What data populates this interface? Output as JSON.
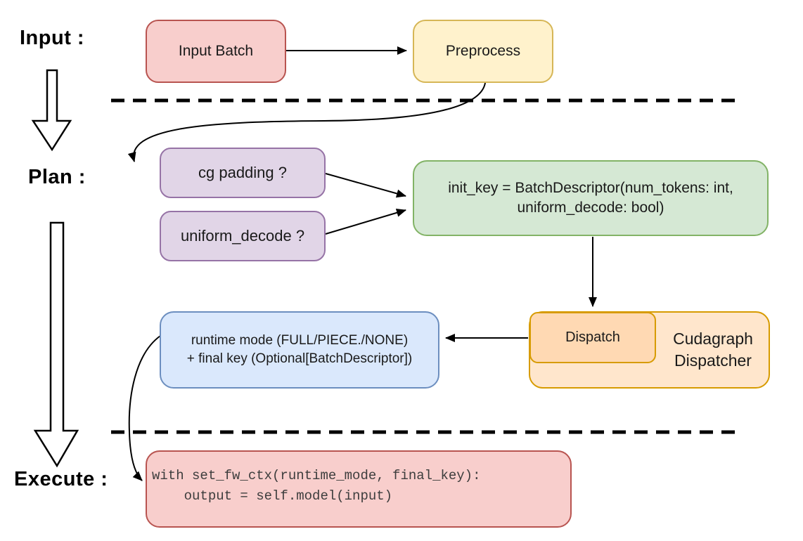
{
  "diagram": {
    "type": "flowchart",
    "phases": {
      "input_label": "Input :",
      "plan_label": "Plan :",
      "execute_label": "Execute :"
    },
    "nodes": {
      "input_batch": {
        "label": "Input Batch",
        "fill": "#f8cecc",
        "stroke": "#b85450"
      },
      "preprocess": {
        "label": "Preprocess",
        "fill": "#fff2cc",
        "stroke": "#d6b656"
      },
      "cg_padding": {
        "label": "cg padding ?",
        "fill": "#e1d5e7",
        "stroke": "#9673a6"
      },
      "uniform_decode": {
        "label": "uniform_decode ?",
        "fill": "#e1d5e7",
        "stroke": "#9673a6"
      },
      "init_key": {
        "label": "init_key = BatchDescriptor(num_tokens: int,\nuniform_decode: bool)",
        "fill": "#d5e8d4",
        "stroke": "#82b366"
      },
      "dispatch": {
        "label": "Dispatch",
        "fill": "#ffd9b3",
        "stroke": "#d79b00"
      },
      "cudagraph_dispatcher": {
        "label": "Cudagraph\nDispatcher",
        "fill": "#ffe6cc",
        "stroke": "#d79b00"
      },
      "runtime_mode": {
        "label": "runtime mode (FULL/PIECE./NONE)\n+ final key (Optional[BatchDescriptor])",
        "fill": "#dae8fc",
        "stroke": "#6c8ebf"
      },
      "execute_code": {
        "code": "with set_fw_ctx(runtime_mode, final_key):\n    output = self.model(input)",
        "fill": "#f8cecc",
        "stroke": "#b85450"
      }
    },
    "edges": [
      {
        "from": "input_batch",
        "to": "preprocess",
        "style": "straight-arrow"
      },
      {
        "from": "preprocess",
        "to": "cg_padding",
        "style": "curved-arrow"
      },
      {
        "from": "cg_padding",
        "to": "init_key",
        "style": "straight-arrow"
      },
      {
        "from": "uniform_decode",
        "to": "init_key",
        "style": "straight-arrow"
      },
      {
        "from": "init_key",
        "to": "dispatch",
        "style": "straight-arrow"
      },
      {
        "from": "dispatch",
        "to": "runtime_mode",
        "style": "straight-arrow"
      },
      {
        "from": "runtime_mode",
        "to": "execute_code",
        "style": "curved-arrow"
      },
      {
        "from": "input_label",
        "to": "plan_label",
        "style": "hollow-block-arrow"
      },
      {
        "from": "plan_label",
        "to": "execute_label",
        "style": "hollow-block-arrow"
      }
    ],
    "separators": [
      {
        "name": "input-plan-divider",
        "style": "dashed"
      },
      {
        "name": "plan-execute-divider",
        "style": "dashed"
      }
    ]
  }
}
